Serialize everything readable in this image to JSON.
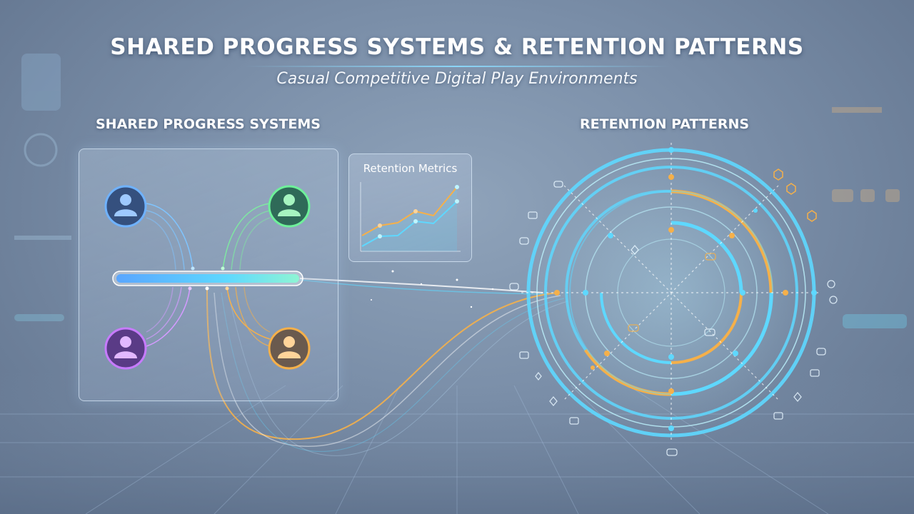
{
  "header": {
    "title": "SHARED PROGRESS SYSTEMS & RETENTION PATTERNS",
    "subtitle": "Casual Competitive Digital Play Environments"
  },
  "sections": {
    "left_label": "SHARED PROGRESS SYSTEMS",
    "right_label": "RETENTION PATTERNS"
  },
  "metrics_card": {
    "title": "Retention Metrics"
  },
  "players": [
    {
      "name": "player-blue",
      "color": "#5aa6ff"
    },
    {
      "name": "player-green",
      "color": "#5fe08a"
    },
    {
      "name": "player-purple",
      "color": "#c77bff"
    },
    {
      "name": "player-orange",
      "color": "#f5b04a"
    }
  ],
  "colors": {
    "cyan": "#5ed8ff",
    "orange": "#f5b04a",
    "white": "#ffffff"
  }
}
